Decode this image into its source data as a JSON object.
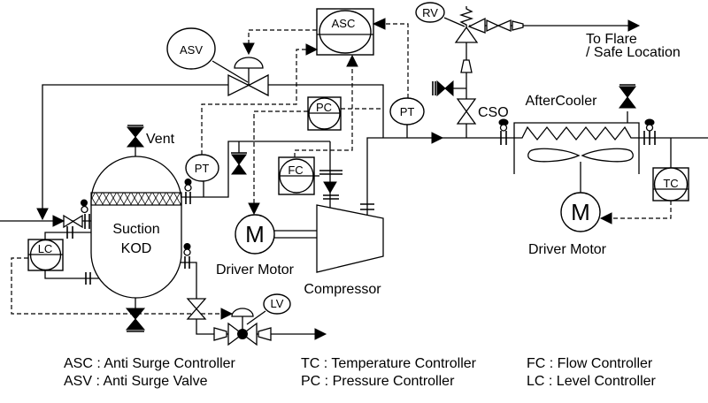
{
  "colors": {
    "line": "#000000",
    "background": "#ffffff"
  },
  "instruments": {
    "asc": "ASC",
    "asv": "ASV",
    "rv": "RV",
    "pt": "PT",
    "pc": "PC",
    "fc": "FC",
    "tc": "TC",
    "lc": "LC",
    "lv": "LV",
    "motor": "M"
  },
  "equipment": {
    "vessel_name_line1": "Suction",
    "vessel_name_line2": "KOD",
    "compressor": "Compressor",
    "driver_motor": "Driver Motor",
    "aftercooler": "AfterCooler"
  },
  "annotations": {
    "vent": "Vent",
    "cso": "CSO",
    "to_flare_line1": "To Flare",
    "to_flare_line2": "/ Safe Location"
  },
  "legend": {
    "col1": [
      "ASC : Anti Surge Controller",
      "ASV : Anti Surge Valve"
    ],
    "col2": [
      "TC : Temperature Controller",
      "PC : Pressure Controller"
    ],
    "col3": [
      "FC : Flow Controller",
      "LC : Level Controller"
    ]
  }
}
